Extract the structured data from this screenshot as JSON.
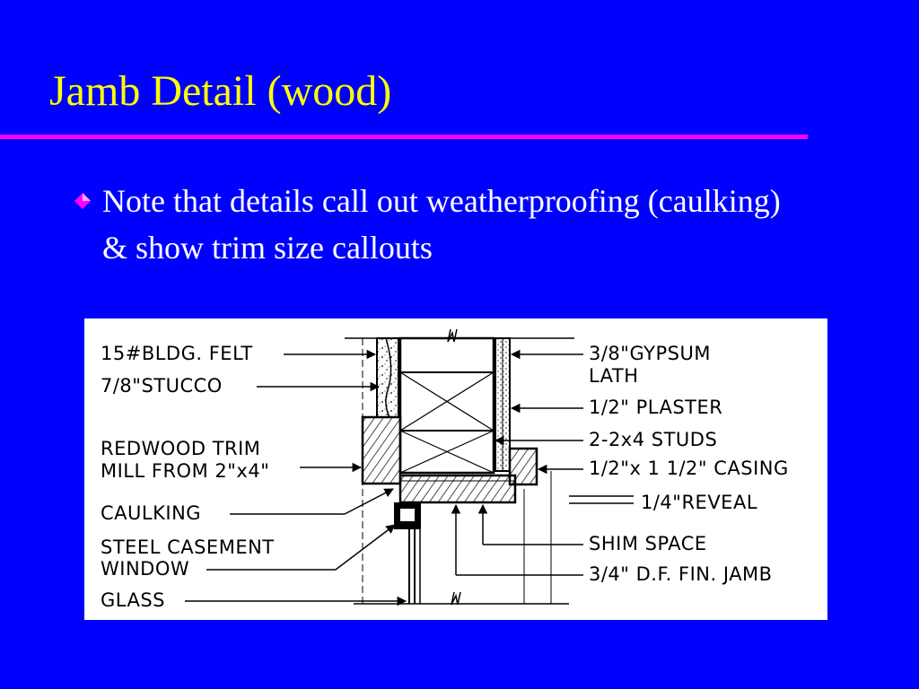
{
  "slide": {
    "title": "Jamb Detail (wood)",
    "bullet": {
      "text": "Note that details call out weatherproofing (caulking) & show trim size callouts",
      "icon": "diamond-bullet-icon",
      "icon_color": "#ff00ff"
    },
    "colors": {
      "background": "#0000ff",
      "title": "#ffff00",
      "rule": "#ff00ff",
      "text": "#ffffff"
    }
  },
  "diagram": {
    "labels_left": [
      {
        "id": "felt",
        "lines": [
          "15#BLDG. FELT"
        ]
      },
      {
        "id": "stucco",
        "lines": [
          "7/8\"STUCCO"
        ]
      },
      {
        "id": "trim",
        "lines": [
          "REDWOOD TRIM",
          "MILL FROM 2\"x4\""
        ]
      },
      {
        "id": "caulk",
        "lines": [
          "CAULKING"
        ]
      },
      {
        "id": "window",
        "lines": [
          "STEEL CASEMENT",
          "WINDOW"
        ]
      },
      {
        "id": "glass",
        "lines": [
          "GLASS"
        ]
      }
    ],
    "labels_right": [
      {
        "id": "gypsum",
        "lines": [
          "3/8\"GYPSUM",
          "LATH"
        ]
      },
      {
        "id": "plaster",
        "lines": [
          "1/2\" PLASTER"
        ]
      },
      {
        "id": "studs",
        "lines": [
          "2-2x4 STUDS"
        ]
      },
      {
        "id": "casing",
        "lines": [
          "1/2\"x 1 1/2\" CASING"
        ]
      },
      {
        "id": "reveal",
        "lines": [
          "1/4\"REVEAL"
        ]
      },
      {
        "id": "shim",
        "lines": [
          "SHIM SPACE"
        ]
      },
      {
        "id": "jamb",
        "lines": [
          "3/4\" D.F. FIN. JAMB"
        ]
      }
    ]
  }
}
